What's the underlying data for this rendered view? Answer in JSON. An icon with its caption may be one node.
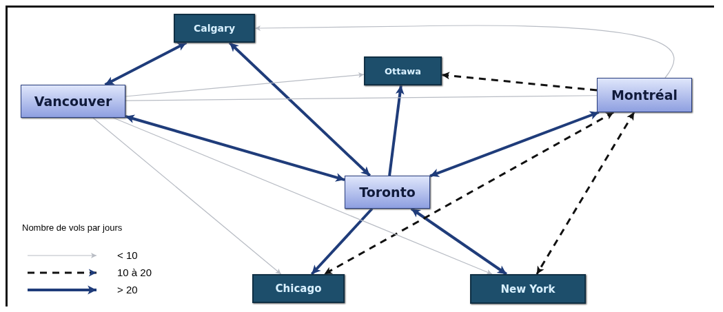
{
  "diagram": {
    "nodes": [
      {
        "text": [
          "Calgary"
        ]
      },
      {
        "text": [
          "Ottawa"
        ]
      },
      {
        "text": [
          "Vancouver"
        ]
      },
      {
        "text": [
          "Montréal"
        ]
      },
      {
        "text": [
          "Toronto"
        ]
      },
      {
        "text": [
          "Chicago"
        ]
      },
      {
        "text": [
          "New York"
        ]
      }
    ],
    "edges": [
      {
        "from": 2,
        "to": 0,
        "arrow": "both"
      },
      {
        "from": 4,
        "to": 2,
        "arrow": "both"
      },
      {
        "from": 4,
        "to": 0,
        "arrow": "both"
      },
      {
        "from": 4,
        "to": 1,
        "arrow": "to"
      },
      {
        "from": 4,
        "to": 3,
        "arrow": "both"
      },
      {
        "from": 4,
        "to": 6,
        "arrow": "both"
      },
      {
        "from": 4,
        "to": 5,
        "arrow": "to"
      },
      {
        "from": 3,
        "to": 1,
        "arrow": "to",
        "style": "dashed",
        "color": "#111111"
      },
      {
        "from": 3,
        "to": 5,
        "arrow": "both",
        "style": "dashed",
        "color": "#111111"
      },
      {
        "from": 3,
        "to": 6,
        "arrow": "both",
        "style": "dashed",
        "color": "#111111"
      },
      {
        "from": 2,
        "to": 1,
        "arrow": "to",
        "color": "#b8bcc4"
      },
      {
        "from": 2,
        "to": 3,
        "arrow": "none",
        "color": "#b8bcc4"
      },
      {
        "from": 3,
        "to": 0,
        "arrow": "to",
        "color": "#b8bcc4"
      },
      {
        "from": 2,
        "to": 5,
        "arrow": "to",
        "color": "#b8bcc4"
      },
      {
        "from": 2,
        "to": 6,
        "arrow": "to",
        "color": "#b8bcc4"
      }
    ],
    "labels": [
      "Nombre de vols par jours"
    ],
    "legend": [
      {
        "text": "< 10"
      },
      {
        "text": "10 à 20"
      },
      {
        "text": "> 20"
      }
    ]
  }
}
